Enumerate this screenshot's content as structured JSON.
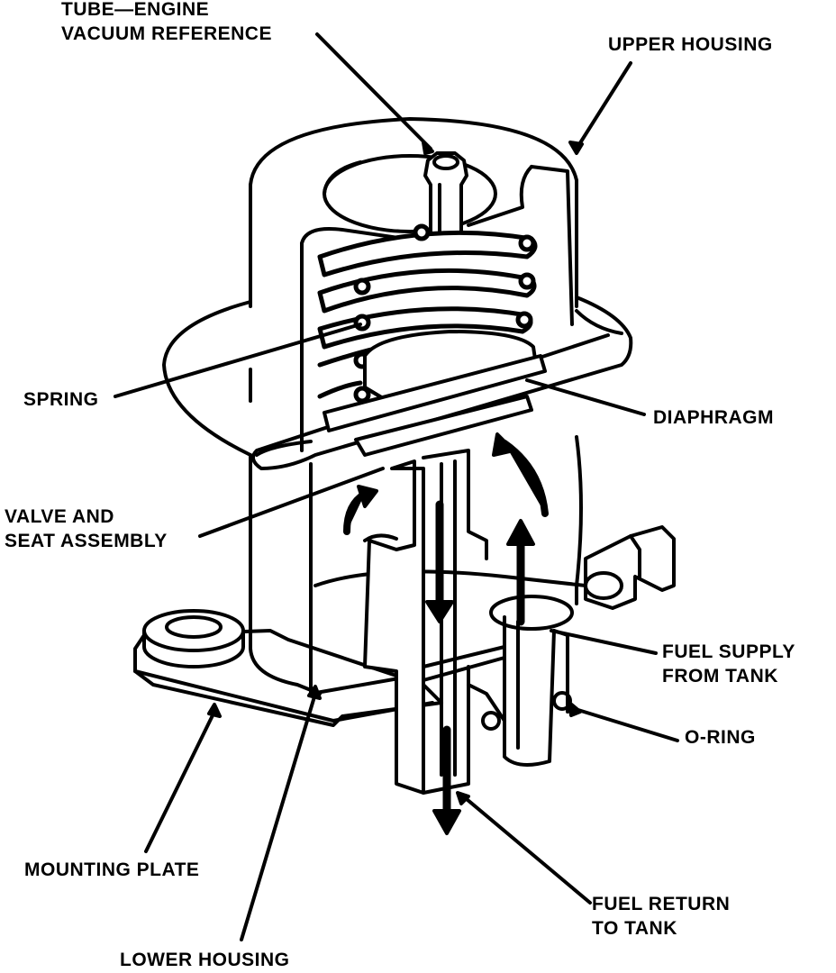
{
  "diagram": {
    "labels": {
      "vacuum_ref": [
        "TUBE—ENGINE",
        "VACUUM REFERENCE"
      ],
      "upper_housing": [
        "UPPER HOUSING"
      ],
      "spring": [
        "SPRING"
      ],
      "diaphragm": [
        "DIAPHRAGM"
      ],
      "valve_seat": [
        "VALVE AND",
        "SEAT ASSEMBLY"
      ],
      "fuel_supply": [
        "FUEL SUPPLY",
        "FROM TANK"
      ],
      "o_ring": [
        "O-RING"
      ],
      "mounting_plate": [
        "MOUNTING PLATE"
      ],
      "fuel_return": [
        "FUEL RETURN",
        "TO TANK"
      ],
      "lower_housing": [
        "LOWER HOUSING"
      ]
    },
    "colors": {
      "ink": "#000000",
      "paper": "#ffffff"
    }
  }
}
